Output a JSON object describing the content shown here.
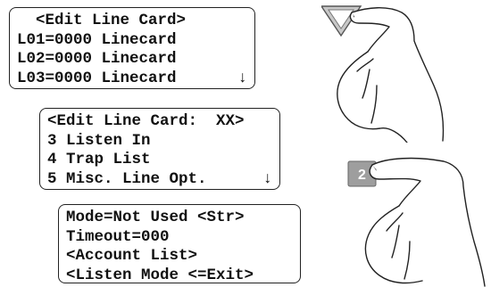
{
  "display_1": {
    "lines": [
      "  <Edit Line Card>",
      "L01=0000 Linecard",
      "L02=0000 Linecard",
      "L03=0000 Linecard"
    ],
    "scroll_arrow": "↓"
  },
  "display_2": {
    "lines": [
      "<Edit Line Card:  XX>",
      "3 Listen In",
      "4 Trap List",
      "5 Misc. Line Opt."
    ],
    "scroll_arrow": "↓"
  },
  "display_3": {
    "lines": [
      "Mode=Not Used <Str>",
      "Timeout=000",
      "<Account List>",
      "<Listen Mode <=Exit>"
    ]
  },
  "keypad": {
    "key_2_label": "2",
    "arrow_key_icon": "triangle-down-key-icon",
    "key_color": "#9e9e9e"
  }
}
